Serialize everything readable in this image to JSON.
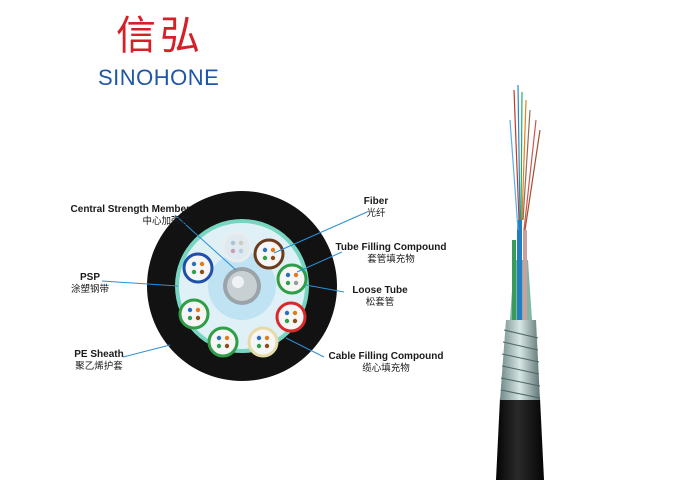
{
  "logo": {
    "name_cn": "信弘",
    "name_en": "SINOHONE"
  },
  "labels": {
    "central_strength_member": {
      "en": "Central Strength Member",
      "cn": "中心加强芯"
    },
    "psp": {
      "en": "PSP",
      "cn": "涂塑钢带"
    },
    "pe_sheath": {
      "en": "PE Sheath",
      "cn": "聚乙烯护套"
    },
    "fiber": {
      "en": "Fiber",
      "cn": "光纤"
    },
    "tube_filling_compound": {
      "en": "Tube Filling Compound",
      "cn": "套管填充物"
    },
    "loose_tube": {
      "en": "Loose Tube",
      "cn": "松套管"
    },
    "cable_filling_compound": {
      "en": "Cable Filling Compound",
      "cn": "缆心填充物"
    }
  },
  "colors": {
    "logo_red": "#d52027",
    "logo_blue": "#1f56a8",
    "leader_line": "#2a8fd8",
    "sheath": "#111111",
    "psp_ring": "#7dd8c3",
    "core_fill": "#cfe8f4"
  }
}
